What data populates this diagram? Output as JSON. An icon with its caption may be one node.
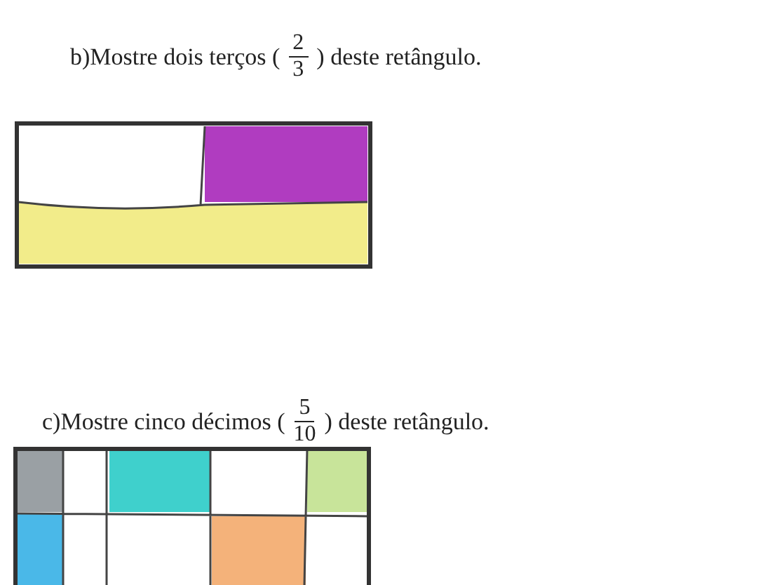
{
  "diagram": {
    "labels": [
      "b)Mostre dois terços (",
      "2",
      "3",
      ") deste retângulo.",
      "c)Mostre cinco décimos (",
      "5",
      "10",
      ") deste retângulo."
    ]
  }
}
